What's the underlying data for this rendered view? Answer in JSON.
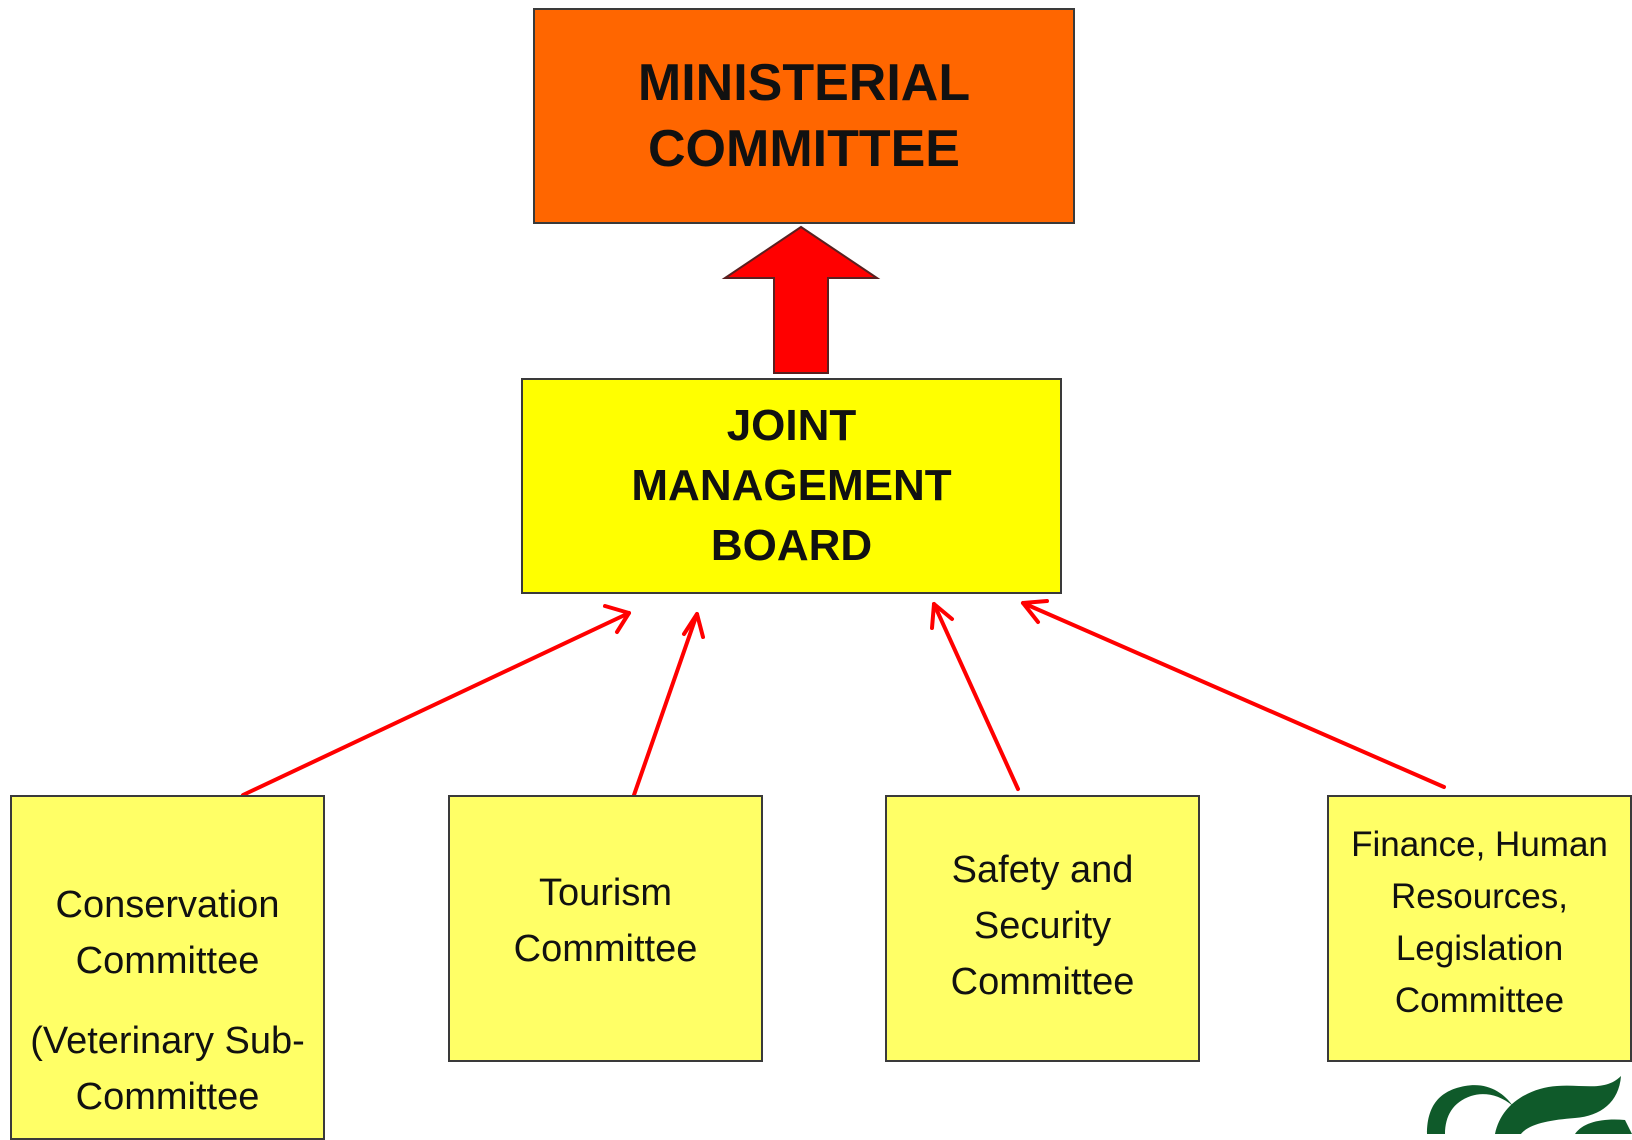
{
  "colors": {
    "ministerial_fill": "#ff6600",
    "joint_board_fill": "#ffff00",
    "committee_fill": "#ffff66",
    "arrow_red": "#ff0000",
    "logo_green": "#0f5a2a"
  },
  "ministerial_committee": {
    "lines": [
      "MINISTERIAL",
      "COMMITTEE"
    ]
  },
  "joint_management_board": {
    "lines": [
      "JOINT",
      "MANAGEMENT",
      "BOARD"
    ]
  },
  "committees": {
    "conservation": {
      "lines": [
        "Conservation",
        "Committee"
      ],
      "sub_lines": [
        "(Veterinary Sub-",
        "Committee"
      ]
    },
    "tourism": {
      "lines": [
        "Tourism",
        "Committee"
      ]
    },
    "safety_security": {
      "lines": [
        "Safety and",
        "Security",
        "Committee"
      ]
    },
    "finance_hr_legislation": {
      "lines": [
        "Finance, Human",
        "Resources,",
        "Legislation",
        "Committee"
      ]
    }
  },
  "logo": {
    "icon": "leaf-logo-icon"
  }
}
